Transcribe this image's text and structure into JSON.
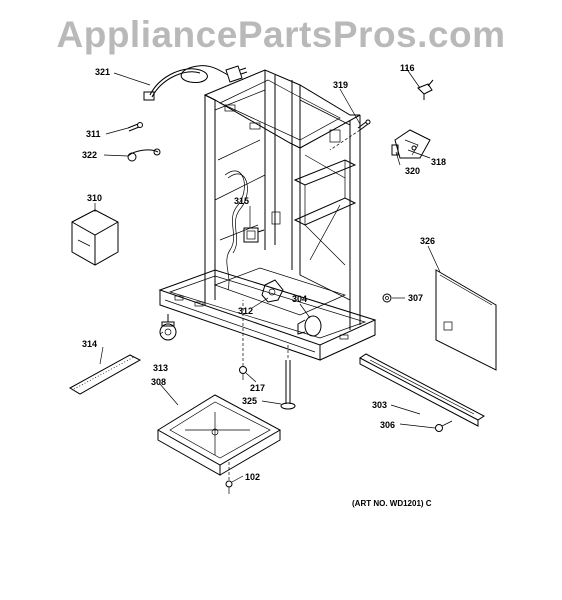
{
  "watermark": "AppliancePartsPros.com",
  "art_number": "(ART NO. WD1201) C",
  "part_labels": {
    "p321": "321",
    "p116": "116",
    "p319": "319",
    "p311": "311",
    "p322": "322",
    "p318": "318",
    "p320": "320",
    "p310": "310",
    "p315": "315",
    "p326": "326",
    "p307": "307",
    "p304": "304",
    "p312": "312",
    "p314": "314",
    "p313": "313",
    "p217": "217",
    "p308": "308",
    "p325": "325",
    "p303": "303",
    "p306": "306",
    "p102": "102"
  }
}
